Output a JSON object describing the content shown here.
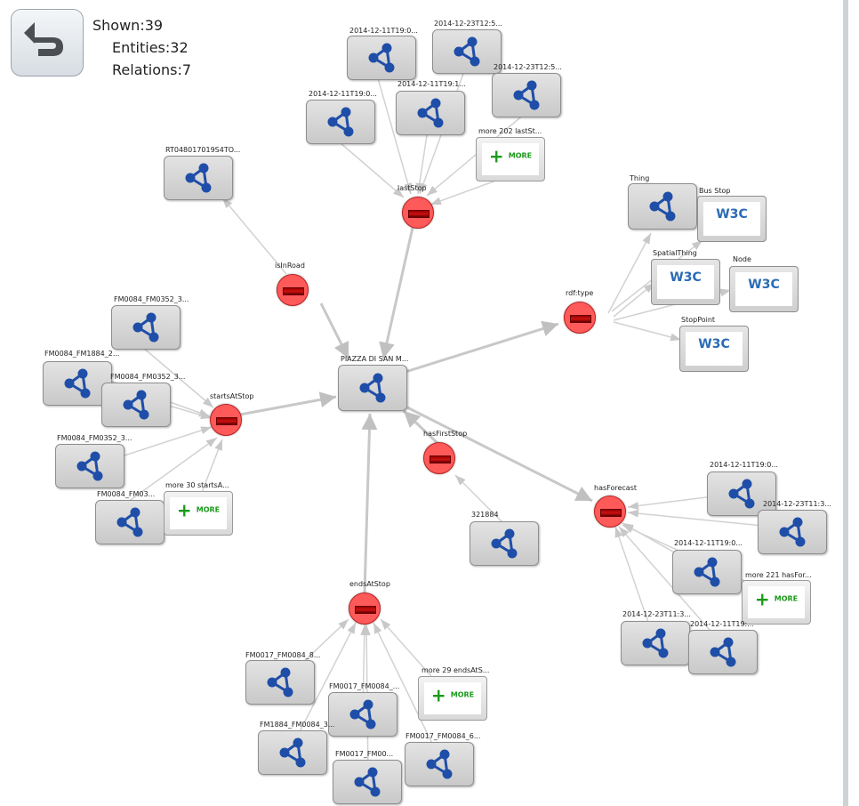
{
  "stats": {
    "shown": "Shown:39",
    "entities": "Entities:32",
    "relations": "Relations:7"
  },
  "center": {
    "label": "PIAZZA DI SAN M..."
  },
  "relations": {
    "lastStop": "lastStop",
    "isInRoad": "isInRoad",
    "rdfType": "rdf:type",
    "startsAtStop": "startsAtStop",
    "hasFirstStop": "hasFirstStop",
    "hasForecast": "hasForecast",
    "endsAtStop": "endsAtStop"
  },
  "labels": {
    "ls1": "2014-12-11T19:0...",
    "ls2": "2014-12-23T12:5...",
    "ls3": "2014-12-23T12:5...",
    "ls4": "2014-12-11T19:1...",
    "ls5": "2014-12-11T19:0...",
    "lsMore": "more 202 lastSt...",
    "road": "RT048017019S4TO...",
    "sa1": "FM0084_FM0352_3...",
    "sa2": "FM0084_FM1884_2...",
    "sa3": "FM0084_FM0352_3...",
    "sa4": "FM0084_FM0352_3...",
    "sa5": "FM0084_FM03...",
    "saMore": "more 30 startsA...",
    "fs1": "321884",
    "fc1": "2014-12-11T19:0...",
    "fc2": "2014-12-23T11:3...",
    "fc3": "2014-12-11T19:0...",
    "fc4": "2014-12-23T11:3...",
    "fc5": "2014-12-11T19:...",
    "fcMore": "more 221 hasFor...",
    "es1": "FM0017_FM0084_8...",
    "es2": "FM0017_FM0084_...",
    "es3": "FM1884_FM0084_3...",
    "es4": "FM0017_FM0084_6...",
    "es5": "FM0017_FM00...",
    "esMore": "more 29 endsAtS..."
  },
  "types": {
    "thing": "Thing",
    "busStop": "Bus Stop",
    "spatialThing": "SpatialThing",
    "node": "Node",
    "stopPoint": "StopPoint",
    "typeIconText": "W3C"
  },
  "more_label": "MORE",
  "colors": {
    "relation": "#ff5a5a",
    "node_icon": "#1f4ea8",
    "more_plus": "#1a9a1a",
    "edge": "#c8c8c8"
  }
}
